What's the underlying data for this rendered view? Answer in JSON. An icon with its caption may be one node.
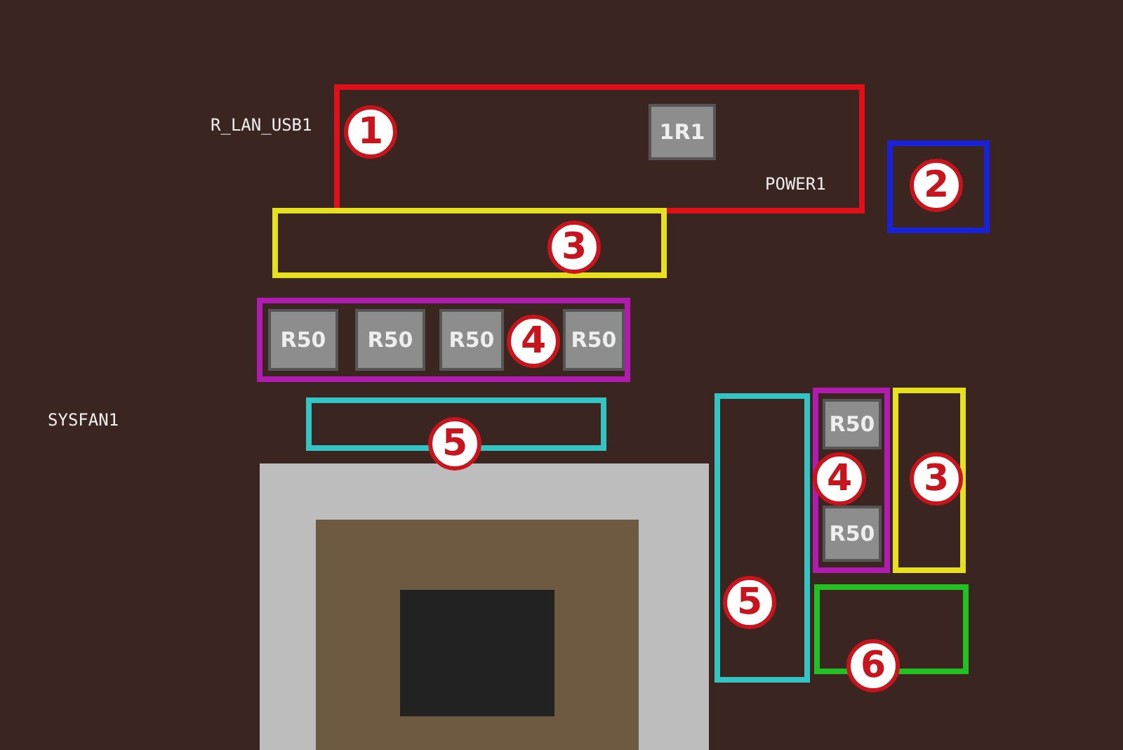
{
  "diagram": {
    "nodes": [
      {
        "text": [
          "1"
        ]
      },
      {
        "text": [
          "2"
        ]
      },
      {
        "text": [
          "3"
        ]
      },
      {
        "text": [
          "4"
        ]
      },
      {
        "text": [
          "5"
        ]
      },
      {
        "text": [
          "5"
        ]
      },
      {
        "text": [
          "4"
        ]
      },
      {
        "text": [
          "3"
        ]
      },
      {
        "text": [
          "6"
        ]
      }
    ],
    "labels": [
      "R_LAN_USB1",
      "1R1",
      "POWER1",
      "R50",
      "R50",
      "R50",
      "R50",
      "SYSFAN1",
      "R50",
      "R50"
    ]
  }
}
